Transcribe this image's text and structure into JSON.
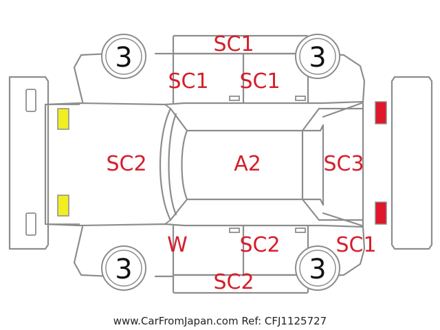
{
  "legend_colors": {
    "front_lamp": "#f2ee24",
    "rear_lamp": "#e0162b",
    "damage_code": "#d51e2a",
    "outline": "#8c8c8c"
  },
  "wheels": {
    "front_left": "3",
    "rear_left": "3",
    "front_right": "3",
    "rear_right": "3"
  },
  "panels": {
    "left_side_sill": "SC1",
    "left_front_door": "SC1",
    "left_rear_door": "SC1",
    "hood": "SC2",
    "roof": "A2",
    "trunk": "SC3",
    "right_front_door": "W",
    "right_rear_door": "SC2",
    "right_rear_quarter": "SC1",
    "right_side_sill": "SC2"
  },
  "footer": {
    "text": "www.CarFromJapan.com Ref: CFJ1125727"
  }
}
